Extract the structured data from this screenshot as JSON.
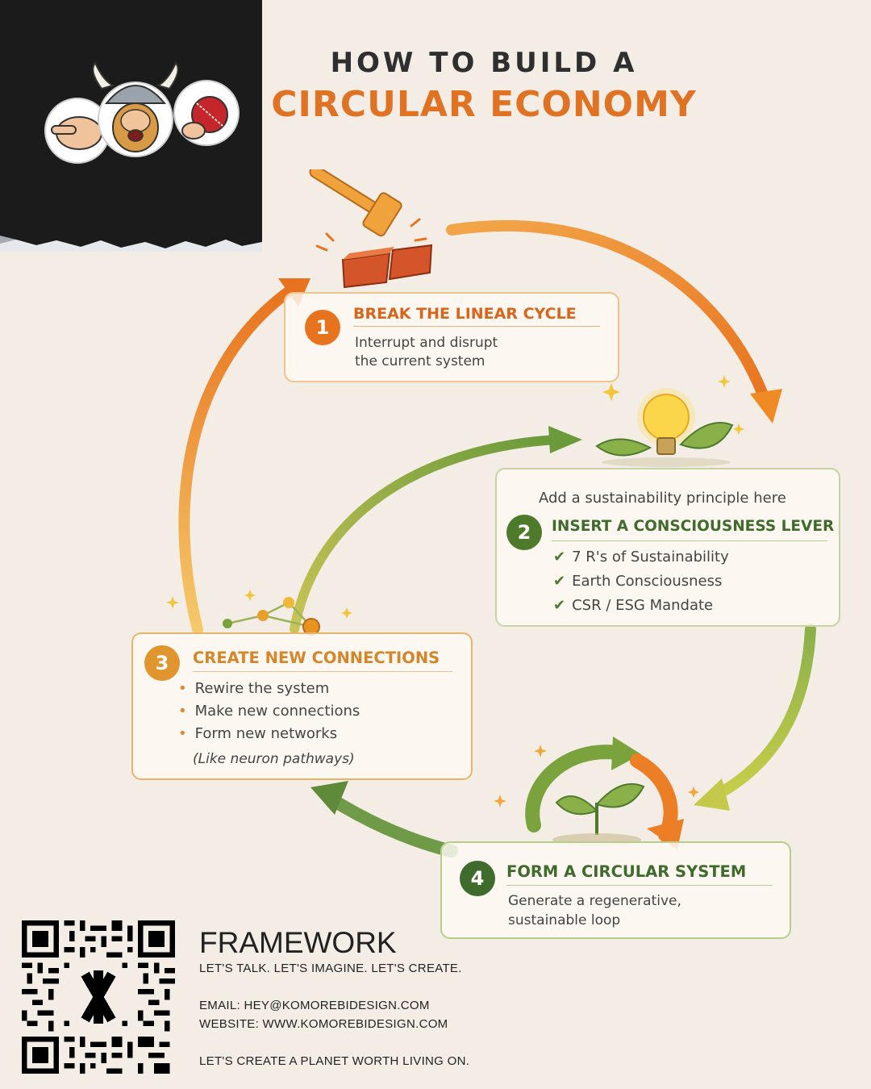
{
  "title": {
    "line1": "HOW TO BUILD A",
    "line2": "CIRCULAR ECONOMY"
  },
  "colors": {
    "orange": "#e07224",
    "green": "#6a9a3a",
    "dark_green": "#3f6b2c",
    "gold": "#e0952e",
    "background": "#f3ede6"
  },
  "steps": [
    {
      "number": "1",
      "heading": "BREAK THE LINEAR CYCLE",
      "lines": [
        "Interrupt and disrupt",
        "the current system"
      ],
      "icon": "hammer-breaking-brick-icon"
    },
    {
      "number": "2",
      "intro": "Add a sustainability principle here",
      "heading": "INSERT A CONSCIOUSNESS LEVER",
      "items": [
        "7 R's of Sustainability",
        "Earth Consciousness",
        "CSR / ESG Mandate"
      ],
      "icon": "lightbulb-leaves-icon"
    },
    {
      "number": "3",
      "heading": "CREATE NEW CONNECTIONS",
      "items": [
        "Rewire the system",
        "Make new connections",
        "Form new networks"
      ],
      "note": "(Like neuron pathways)",
      "icon": "network-nodes-icon"
    },
    {
      "number": "4",
      "heading": "FORM A CIRCULAR SYSTEM",
      "lines": [
        "Generate a regenerative,",
        "sustainable loop"
      ],
      "icon": "recycle-sprout-icon"
    }
  ],
  "footer": {
    "title": "FRAMEWORK",
    "tagline": "LET'S TALK. LET'S IMAGINE. LET'S CREATE.",
    "email_label": "EMAIL:",
    "email": "HEY@KOMOREBIDESIGN.COM",
    "website_label": "WEBSITE:",
    "website": "WWW.KOMOREBIDESIGN.COM",
    "closing": "LET'S CREATE A PLANET WORTH LIVING ON.",
    "qr_icon": "qr-code-icon"
  },
  "mascot": {
    "icon": "viking-mascot-icon"
  }
}
